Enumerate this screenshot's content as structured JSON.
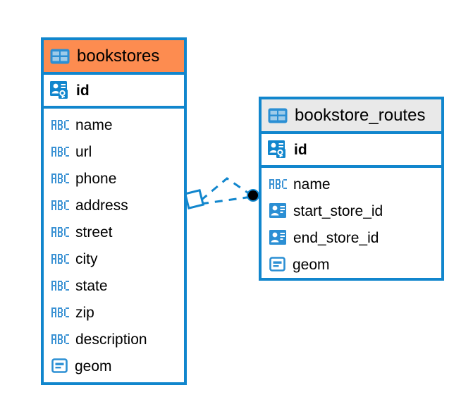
{
  "diagram": {
    "type": "entity-relationship-diagram",
    "background": "#ffffff",
    "accent_color": "#1186cd",
    "selected_header_color": "#fd8c50",
    "plain_header_color": "#e9e9e9",
    "text_color": "#000000",
    "entities": [
      {
        "name": "bookstores",
        "selected": true,
        "header_icon": "table-icon",
        "primary_key": {
          "label": "id",
          "icon": "primary-key-icon"
        },
        "fields": [
          {
            "label": "name",
            "icon": "abc-text-icon"
          },
          {
            "label": "url",
            "icon": "abc-text-icon"
          },
          {
            "label": "phone",
            "icon": "abc-text-icon"
          },
          {
            "label": "address",
            "icon": "abc-text-icon"
          },
          {
            "label": "street",
            "icon": "abc-text-icon"
          },
          {
            "label": "city",
            "icon": "abc-text-icon"
          },
          {
            "label": "state",
            "icon": "abc-text-icon"
          },
          {
            "label": "zip",
            "icon": "abc-text-icon"
          },
          {
            "label": "description",
            "icon": "abc-text-icon"
          },
          {
            "label": "geom",
            "icon": "geometry-icon"
          }
        ]
      },
      {
        "name": "bookstore_routes",
        "selected": false,
        "header_icon": "table-icon",
        "primary_key": {
          "label": "id",
          "icon": "primary-key-icon"
        },
        "fields": [
          {
            "label": "name",
            "icon": "abc-text-icon"
          },
          {
            "label": "start_store_id",
            "icon": "foreign-key-icon"
          },
          {
            "label": "end_store_id",
            "icon": "foreign-key-icon"
          },
          {
            "label": "geom",
            "icon": "geometry-icon"
          }
        ]
      }
    ],
    "relationship": {
      "style": "dashed",
      "color": "#1186cd",
      "source_endpoint": "diamond",
      "target_endpoint": "filled-circle",
      "target_endpoint_color": "#000000"
    }
  }
}
